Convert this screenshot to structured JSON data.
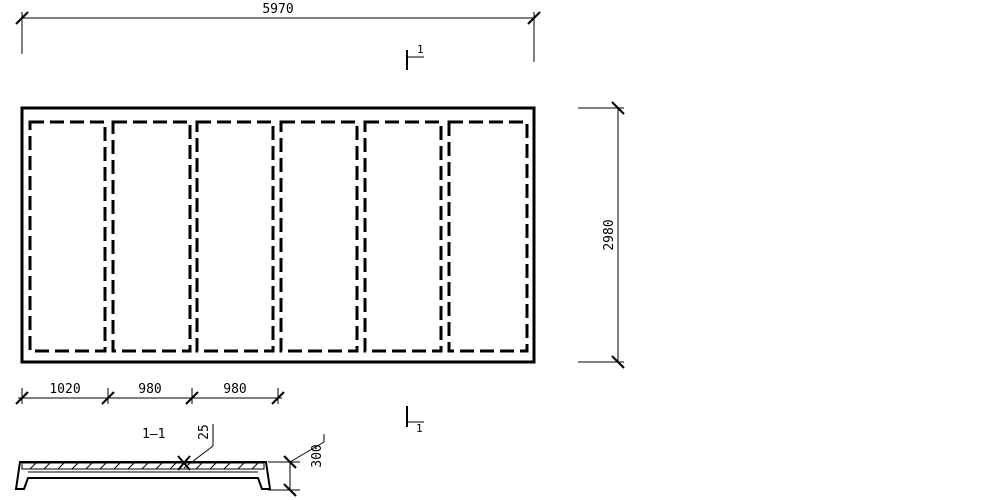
{
  "dimensions": {
    "overall_length": "5970",
    "overall_width": "2980",
    "bay_1": "1020",
    "bay_2": "980",
    "bay_3": "980",
    "rib_thickness": "25",
    "section_height": "300"
  },
  "section": {
    "marker": "1",
    "title": "1–1"
  },
  "colors": {
    "ink": "#000000",
    "paper": "#ffffff"
  }
}
